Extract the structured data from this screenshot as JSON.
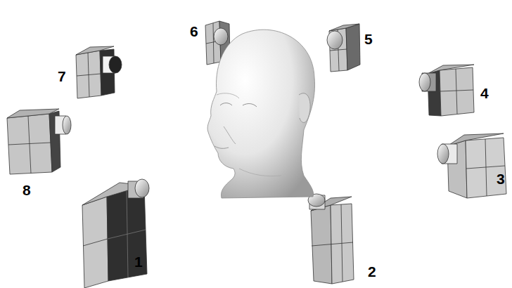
{
  "diagram": {
    "labels": [
      "6",
      "5",
      "7",
      "4",
      "3",
      "8",
      "1",
      "2"
    ]
  }
}
